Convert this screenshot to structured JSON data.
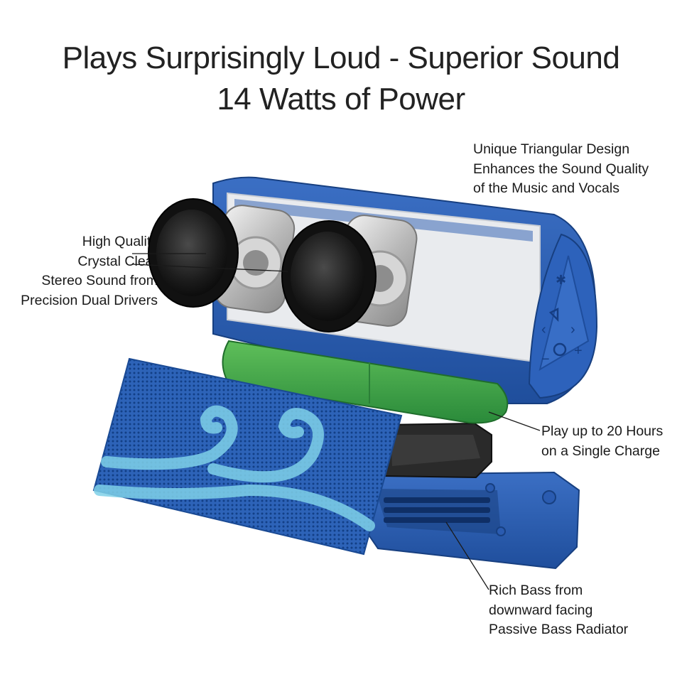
{
  "headline": {
    "line1": "Plays Surprisingly Loud - Superior Sound",
    "line2": "14 Watts of Power"
  },
  "callouts": {
    "triangular": [
      "Unique Triangular Design",
      "Enhances the Sound Quality",
      "of the Music and Vocals"
    ],
    "drivers": [
      "High Quality",
      "Crystal Clear",
      "Stereo Sound from",
      "Precision Dual Drivers"
    ],
    "battery": [
      "Play up to 20 Hours",
      "on a Single Charge"
    ],
    "bass": [
      "Rich Bass from",
      "downward facing",
      "Passive Bass Radiator"
    ]
  },
  "colors": {
    "speaker_blue": "#2f5fb3",
    "battery_green": "#3fa24a",
    "grille_light": "#7fd0e8"
  }
}
